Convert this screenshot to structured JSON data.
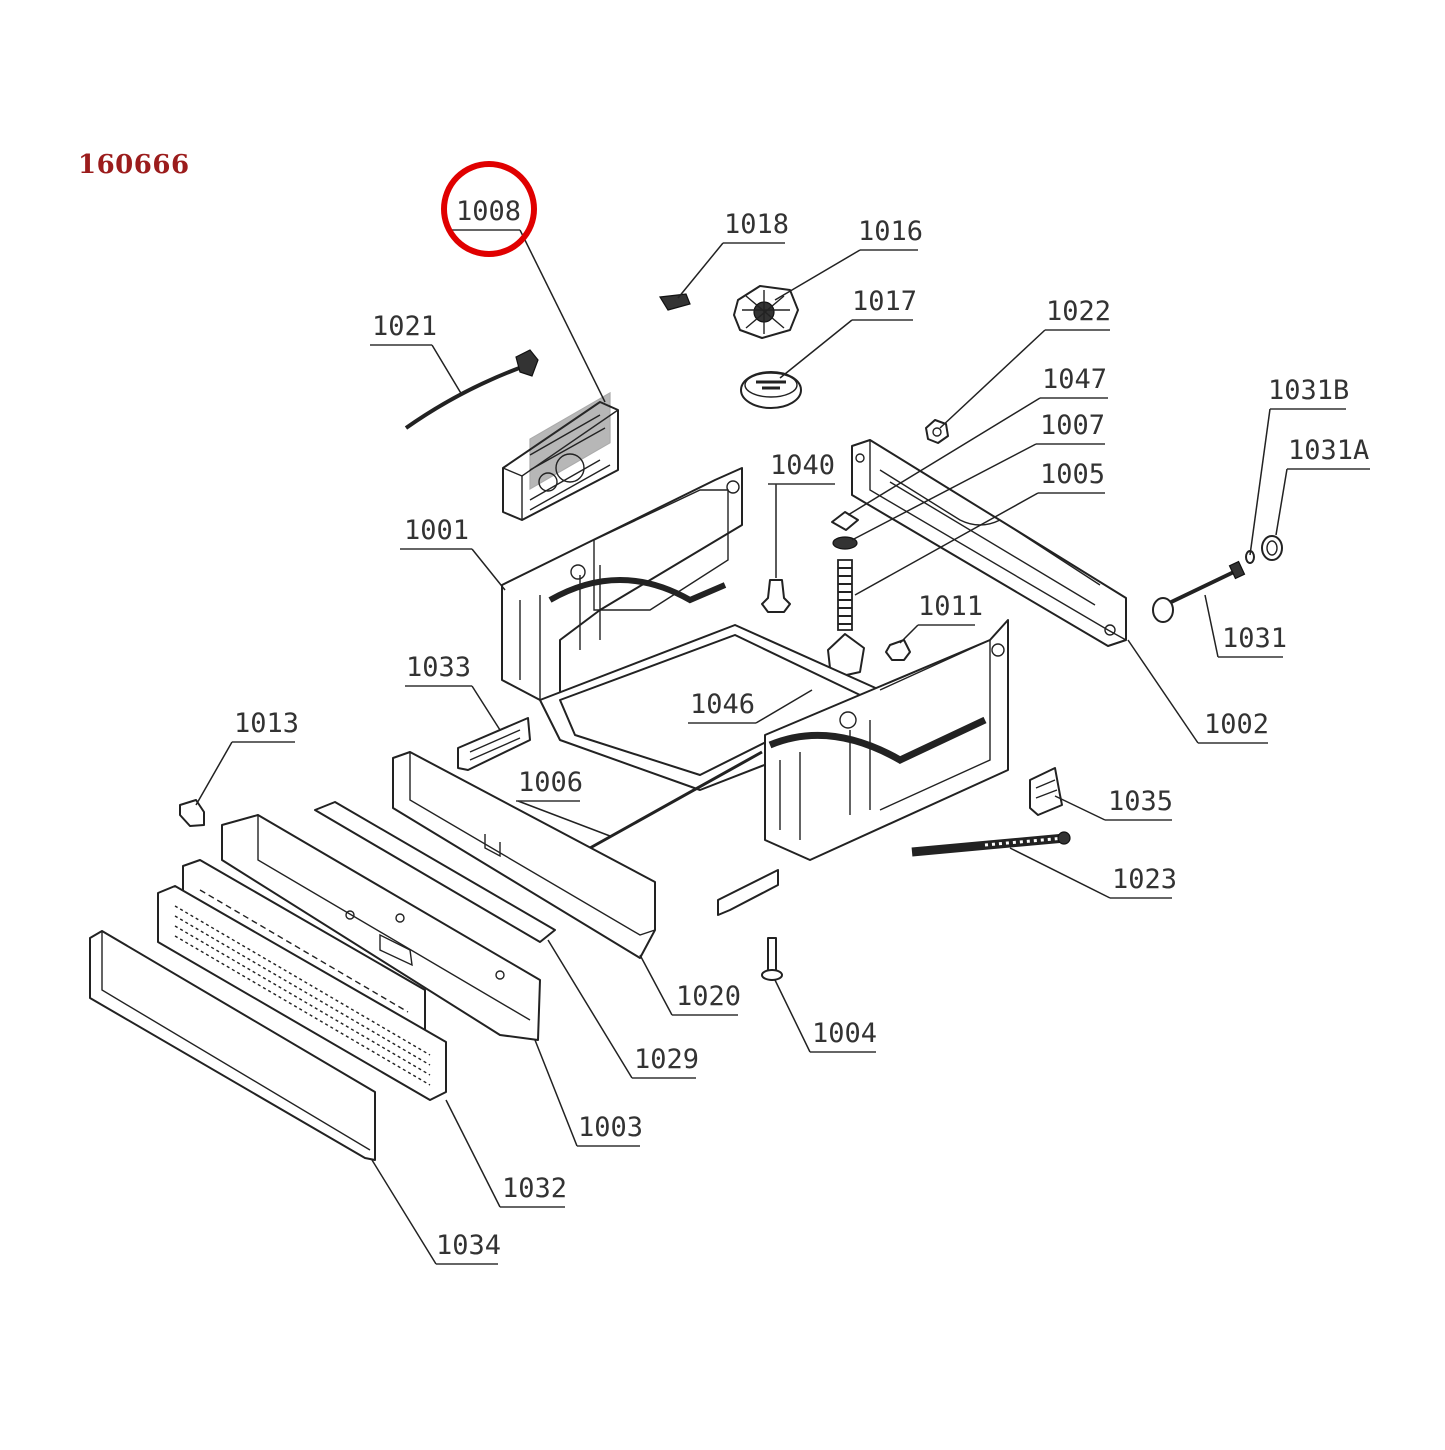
{
  "reference_code": "160666",
  "highlight": {
    "target_label": "1008",
    "color": "#e00000"
  },
  "labels": {
    "l1008": "1008",
    "l1018": "1018",
    "l1016": "1016",
    "l1017": "1017",
    "l1021": "1021",
    "l1022": "1022",
    "l1047": "1047",
    "l1007": "1007",
    "l1005": "1005",
    "l1031B": "1031B",
    "l1031A": "1031A",
    "l1040": "1040",
    "l1001": "1001",
    "l1011": "1011",
    "l1031": "1031",
    "l1033": "1033",
    "l1046": "1046",
    "l1002": "1002",
    "l1013": "1013",
    "l1006": "1006",
    "l1035": "1035",
    "l1023": "1023",
    "l1020": "1020",
    "l1004": "1004",
    "l1029": "1029",
    "l1003": "1003",
    "l1032": "1032",
    "l1034": "1034"
  }
}
